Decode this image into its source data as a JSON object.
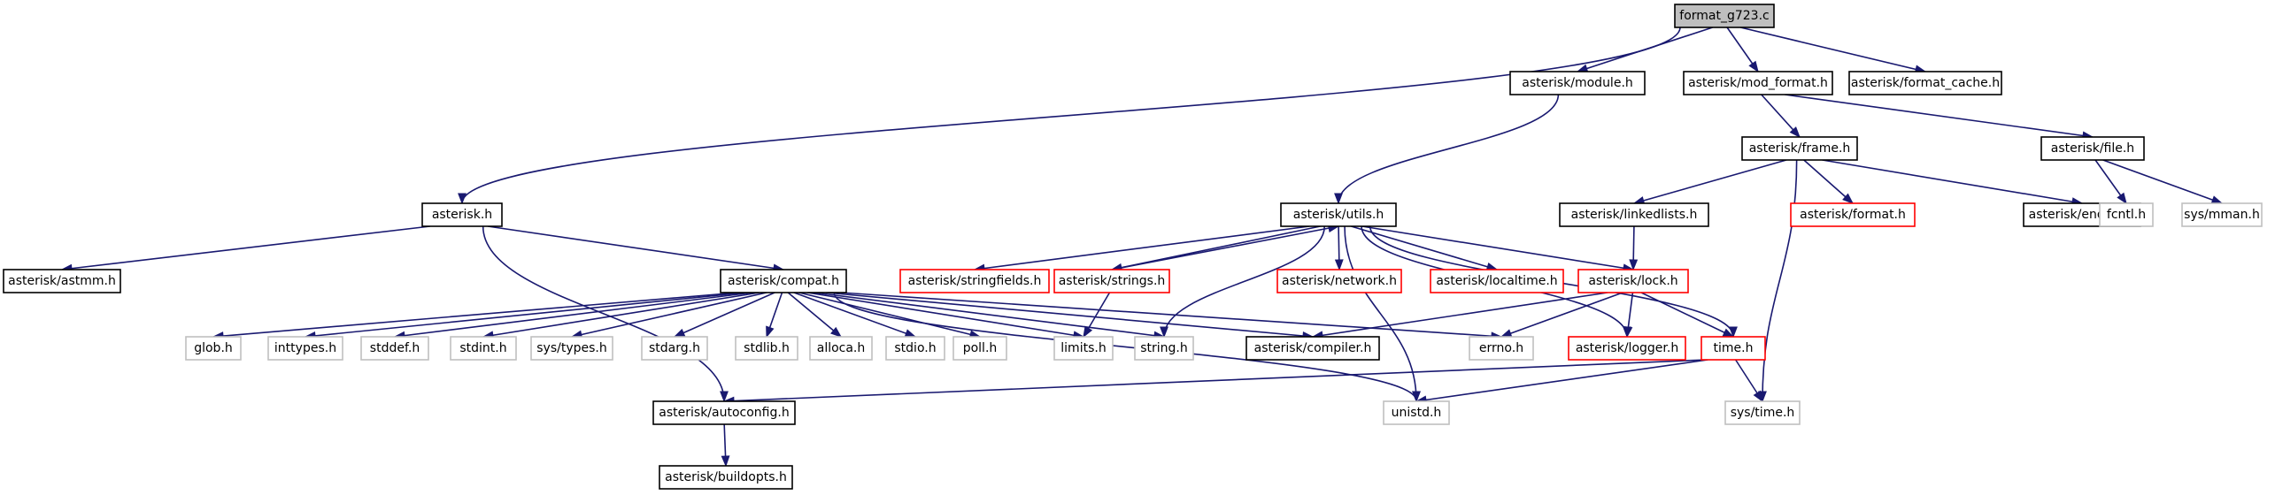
{
  "diagram": {
    "nodes": [
      {
        "id": "format_g723",
        "label": "format_g723.c",
        "style": "root"
      },
      {
        "id": "module",
        "label": "asterisk/module.h",
        "style": "black"
      },
      {
        "id": "mod_format",
        "label": "asterisk/mod_format.h",
        "style": "black"
      },
      {
        "id": "format_cache",
        "label": "asterisk/format_cache.h",
        "style": "black"
      },
      {
        "id": "frame",
        "label": "asterisk/frame.h",
        "style": "black"
      },
      {
        "id": "file",
        "label": "asterisk/file.h",
        "style": "black"
      },
      {
        "id": "asterisk",
        "label": "asterisk.h",
        "style": "black"
      },
      {
        "id": "utils",
        "label": "asterisk/utils.h",
        "style": "black"
      },
      {
        "id": "linkedlists",
        "label": "asterisk/linkedlists.h",
        "style": "black"
      },
      {
        "id": "format",
        "label": "asterisk/format.h",
        "style": "red"
      },
      {
        "id": "endian",
        "label": "asterisk/endian.h",
        "style": "black"
      },
      {
        "id": "fcntl",
        "label": "fcntl.h",
        "style": "gray"
      },
      {
        "id": "mman",
        "label": "sys/mman.h",
        "style": "gray"
      },
      {
        "id": "astmm",
        "label": "asterisk/astmm.h",
        "style": "black"
      },
      {
        "id": "compat",
        "label": "asterisk/compat.h",
        "style": "black"
      },
      {
        "id": "stringfields",
        "label": "asterisk/stringfields.h",
        "style": "red"
      },
      {
        "id": "strings",
        "label": "asterisk/strings.h",
        "style": "red"
      },
      {
        "id": "network",
        "label": "asterisk/network.h",
        "style": "red"
      },
      {
        "id": "localtime",
        "label": "asterisk/localtime.h",
        "style": "red"
      },
      {
        "id": "lock",
        "label": "asterisk/lock.h",
        "style": "red"
      },
      {
        "id": "glob",
        "label": "glob.h",
        "style": "gray"
      },
      {
        "id": "inttypes",
        "label": "inttypes.h",
        "style": "gray"
      },
      {
        "id": "stddef",
        "label": "stddef.h",
        "style": "gray"
      },
      {
        "id": "stdint",
        "label": "stdint.h",
        "style": "gray"
      },
      {
        "id": "systypes",
        "label": "sys/types.h",
        "style": "gray"
      },
      {
        "id": "stdarg",
        "label": "stdarg.h",
        "style": "gray"
      },
      {
        "id": "stdlib",
        "label": "stdlib.h",
        "style": "gray"
      },
      {
        "id": "alloca",
        "label": "alloca.h",
        "style": "gray"
      },
      {
        "id": "stdio",
        "label": "stdio.h",
        "style": "gray"
      },
      {
        "id": "poll",
        "label": "poll.h",
        "style": "gray"
      },
      {
        "id": "limits",
        "label": "limits.h",
        "style": "gray"
      },
      {
        "id": "string",
        "label": "string.h",
        "style": "gray"
      },
      {
        "id": "compiler",
        "label": "asterisk/compiler.h",
        "style": "black"
      },
      {
        "id": "errno",
        "label": "errno.h",
        "style": "gray"
      },
      {
        "id": "logger",
        "label": "asterisk/logger.h",
        "style": "red"
      },
      {
        "id": "time",
        "label": "time.h",
        "style": "red"
      },
      {
        "id": "autoconfig",
        "label": "asterisk/autoconfig.h",
        "style": "black"
      },
      {
        "id": "unistd",
        "label": "unistd.h",
        "style": "gray"
      },
      {
        "id": "systime",
        "label": "sys/time.h",
        "style": "gray"
      },
      {
        "id": "buildopts",
        "label": "asterisk/buildopts.h",
        "style": "black"
      }
    ],
    "edges": [
      [
        "format_g723",
        "module"
      ],
      [
        "format_g723",
        "mod_format"
      ],
      [
        "format_g723",
        "format_cache"
      ],
      [
        "format_g723",
        "asterisk"
      ],
      [
        "module",
        "utils"
      ],
      [
        "mod_format",
        "frame"
      ],
      [
        "mod_format",
        "file"
      ],
      [
        "frame",
        "linkedlists"
      ],
      [
        "frame",
        "format"
      ],
      [
        "frame",
        "endian"
      ],
      [
        "frame",
        "systime"
      ],
      [
        "file",
        "fcntl"
      ],
      [
        "file",
        "mman"
      ],
      [
        "asterisk",
        "astmm"
      ],
      [
        "asterisk",
        "compat"
      ],
      [
        "asterisk",
        "autoconfig"
      ],
      [
        "linkedlists",
        "lock"
      ],
      [
        "utils",
        "stringfields"
      ],
      [
        "utils",
        "strings"
      ],
      [
        "utils",
        "network"
      ],
      [
        "utils",
        "localtime"
      ],
      [
        "utils",
        "lock"
      ],
      [
        "utils",
        "logger"
      ],
      [
        "utils",
        "time"
      ],
      [
        "utils",
        "string"
      ],
      [
        "utils",
        "unistd"
      ],
      [
        "strings",
        "utils"
      ],
      [
        "strings",
        "limits"
      ],
      [
        "compat",
        "glob"
      ],
      [
        "compat",
        "inttypes"
      ],
      [
        "compat",
        "stddef"
      ],
      [
        "compat",
        "stdint"
      ],
      [
        "compat",
        "systypes"
      ],
      [
        "compat",
        "stdarg"
      ],
      [
        "compat",
        "stdlib"
      ],
      [
        "compat",
        "alloca"
      ],
      [
        "compat",
        "stdio"
      ],
      [
        "compat",
        "poll"
      ],
      [
        "compat",
        "limits"
      ],
      [
        "compat",
        "string"
      ],
      [
        "compat",
        "compiler"
      ],
      [
        "compat",
        "errno"
      ],
      [
        "compat",
        "unistd"
      ],
      [
        "lock",
        "compiler"
      ],
      [
        "lock",
        "errno"
      ],
      [
        "lock",
        "logger"
      ],
      [
        "lock",
        "time"
      ],
      [
        "time",
        "autoconfig"
      ],
      [
        "time",
        "unistd"
      ],
      [
        "time",
        "systime"
      ],
      [
        "autoconfig",
        "buildopts"
      ]
    ]
  },
  "colors": {
    "edge": "#191970",
    "root_fill": "#bfbfbf",
    "node_border_black": "#000000",
    "node_border_red": "#ff0000",
    "node_border_gray": "#bfbfbf"
  }
}
